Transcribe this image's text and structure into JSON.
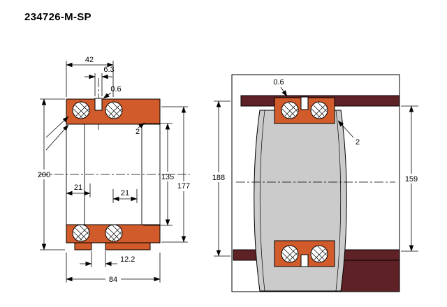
{
  "title": "234726-M-SP",
  "colors": {
    "bearing": "#D15B2B",
    "housing": "#5E2125",
    "shaft": "#CBCBCB",
    "line": "#000000"
  },
  "left_view": {
    "dims": {
      "top_width": "42",
      "slot_top": "6.3",
      "chamfer_top": "0.6",
      "chamfer_side": "2",
      "outer": "200",
      "inner": "135",
      "mid": "177",
      "row_left": "21",
      "row_right": "21",
      "slot_bottom": "12.2",
      "bottom_width": "84"
    }
  },
  "right_view": {
    "dims": {
      "chamfer_top": "0.6",
      "chamfer_side": "2",
      "left_height": "188",
      "right_height": "159"
    }
  }
}
